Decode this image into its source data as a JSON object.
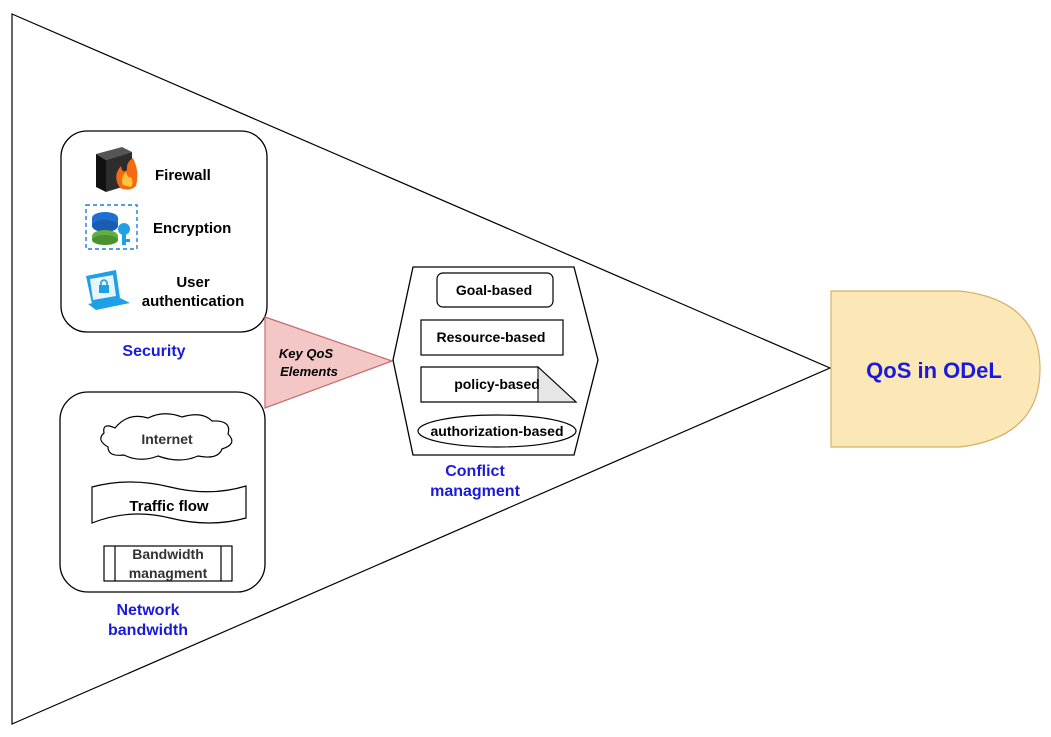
{
  "security": {
    "title": "Security",
    "items": {
      "firewall": "Firewall",
      "encryption": "Encryption",
      "user_auth_line1": "User",
      "user_auth_line2": "authentication"
    },
    "icons": [
      "firewall-icon",
      "database-key-icon",
      "laptop-lock-icon"
    ]
  },
  "key_qos": {
    "line1": "Key QoS",
    "line2": "Elements"
  },
  "network": {
    "title_line1": "Network",
    "title_line2": "bandwidth",
    "internet": "Internet",
    "traffic_flow": "Traffic flow",
    "bandwidth_line1": "Bandwidth",
    "bandwidth_line2": "managment"
  },
  "conflict": {
    "title_line1": "Conflict",
    "title_line2": "managment",
    "items": [
      "Goal-based",
      "Resource-based",
      "policy-based",
      "authorization-based"
    ]
  },
  "qos_target": "QoS in ODeL",
  "colors": {
    "label_blue": "#1a1adc",
    "triangle_pink": "#f4c7c7",
    "target_yellow": "#fbe8b6",
    "target_border": "#d4b26a",
    "icon_blue": "#1ea0e6"
  }
}
